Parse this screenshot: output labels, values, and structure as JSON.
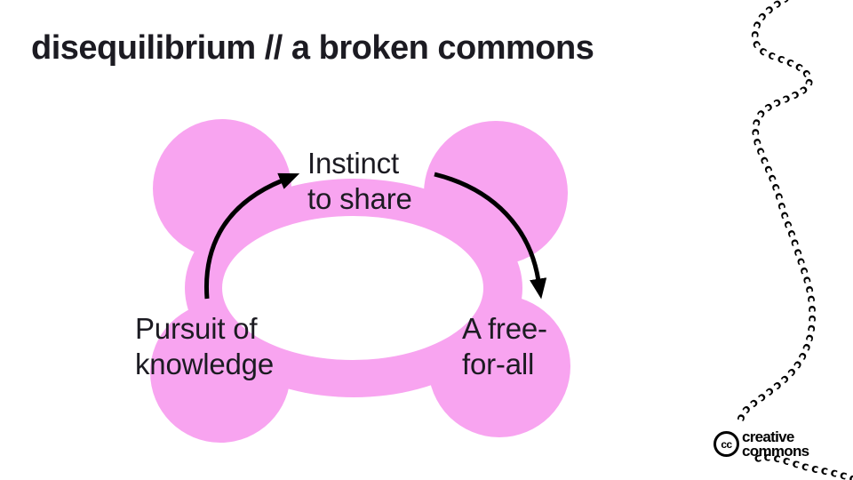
{
  "title": "disequilibrium // a broken commons",
  "colors": {
    "pink": "#F8A4F0",
    "ink": "#1C1B22",
    "black": "#000000"
  },
  "diagram": {
    "description": "cycle of three stages around a pink four-lobed commons shape",
    "nodes": {
      "instinct": {
        "line1": "Instinct",
        "line2": "to share"
      },
      "pursuit": {
        "line1": "Pursuit of",
        "line2": "knowledge"
      },
      "free_for_all": {
        "line1": "A free-",
        "line2": "for-all"
      }
    },
    "arrows": [
      {
        "name": "pursuit-to-instinct",
        "from": "pursuit",
        "to": "instinct"
      },
      {
        "name": "instinct-to-free-for-all",
        "from": "instinct",
        "to": "free_for_all"
      }
    ]
  },
  "footer": {
    "badge": "cc",
    "brand_line1": "creative",
    "brand_line2": "commons"
  },
  "decoration": {
    "chain_char": "c",
    "chain_main_count": 58,
    "chain_tail_count": 12
  }
}
